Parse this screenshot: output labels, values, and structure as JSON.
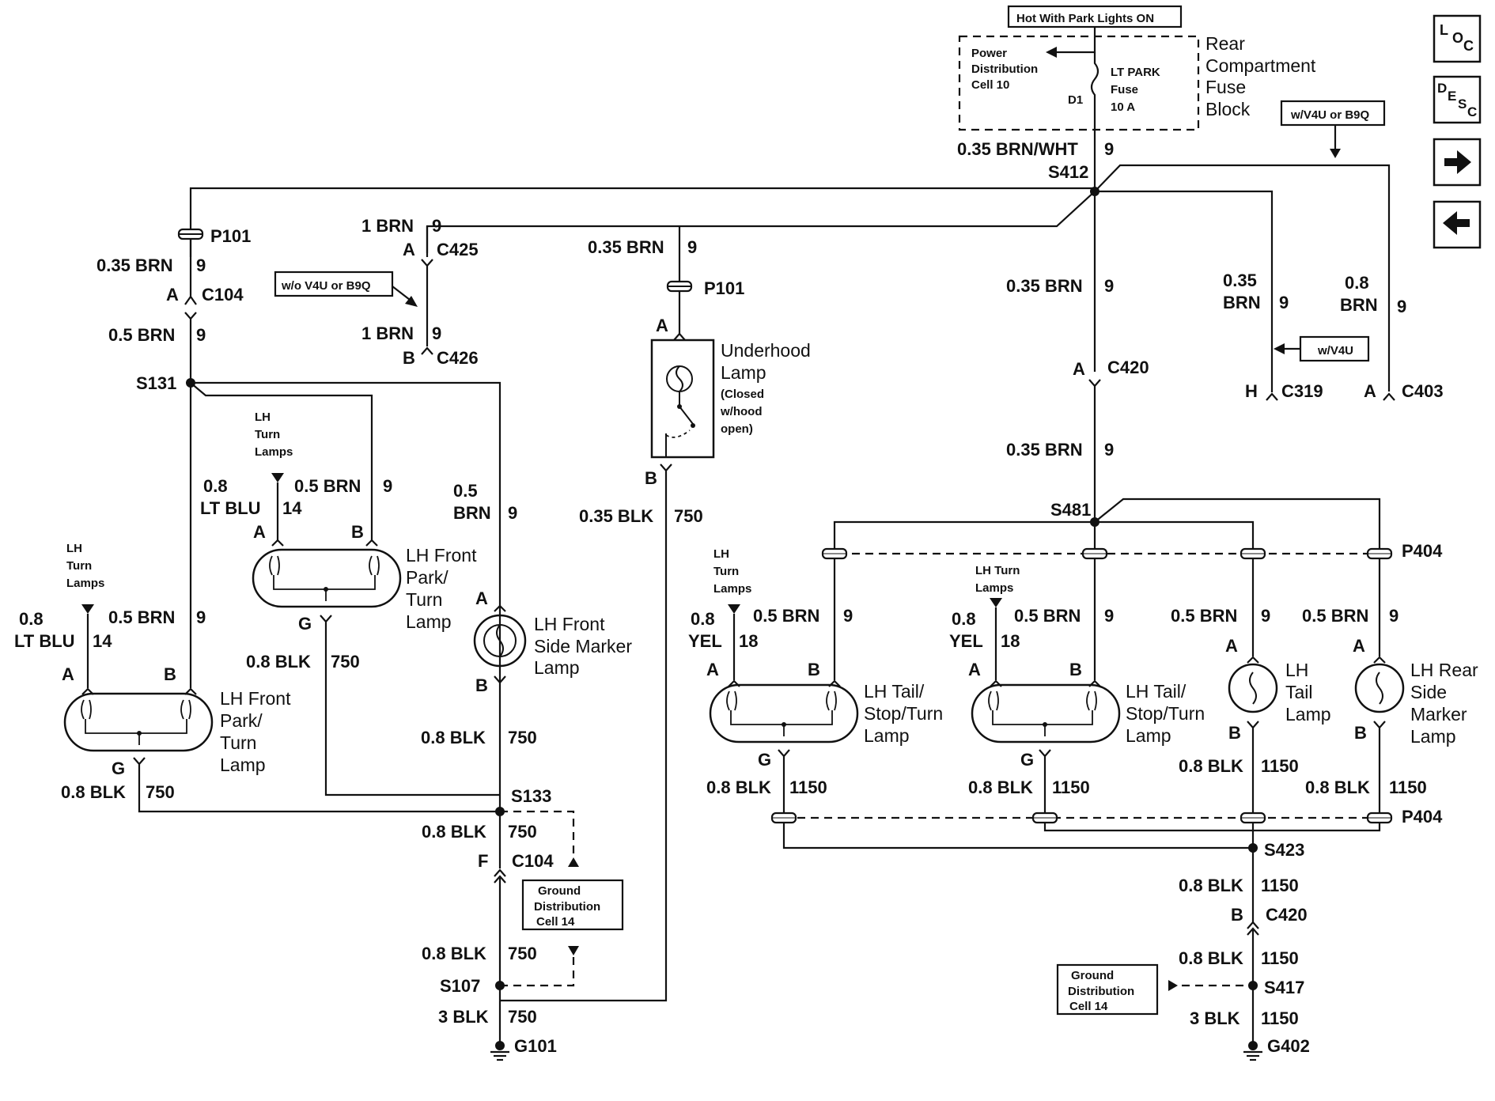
{
  "nav": {
    "loc": {
      "L": "L",
      "O": "O",
      "C": "C"
    },
    "desc": {
      "D": "D",
      "E": "E",
      "S": "S",
      "C": "C"
    },
    "next_icon": "arrow-right-icon",
    "prev_icon": "arrow-left-icon"
  },
  "notes": {
    "hot": "Hot With Park Lights ON",
    "wo_v4u": "w/o V4U or B9Q",
    "w_v4u_b9q": "w/V4U or B9Q",
    "w_v4u": "w/V4U"
  },
  "fuse_block": {
    "title": [
      "Rear",
      "Compartment",
      "Fuse",
      "Block"
    ],
    "power_dist": [
      "Power",
      "Distribution",
      "Cell 10"
    ],
    "fuse": [
      "LT PARK",
      "Fuse",
      "10 A"
    ],
    "d1": "D1"
  },
  "wires": {
    "fuse_out": "0.35 BRN/WHT",
    "fuse_out_ckt": "9",
    "p101_left": "0.35 BRN",
    "left_9": "9",
    "c104_out": "0.5 BRN",
    "c425_wire": "1 BRN",
    "c426_wire": "1 BRN",
    "underhood_in": "0.35 BRN",
    "underhood_gnd": "0.35 BLK",
    "underhood_gnd_ckt": "750",
    "c420_up": "0.35 BRN",
    "c420_down": "0.35 BRN",
    "c319": [
      "0.35",
      "BRN"
    ],
    "c403": [
      "0.8",
      "BRN"
    ],
    "lt_blu": [
      "0.8",
      "LT BLU"
    ],
    "lt_blu_ckt": "14",
    "brn05": "0.5 BRN",
    "brn05_split": [
      "0.5",
      "BRN"
    ],
    "blk08": "0.8 BLK",
    "ckt750": "750",
    "ckt1150": "1150",
    "blk3": "3 BLK",
    "yel": [
      "0.8",
      "YEL"
    ],
    "yel_ckt": "18"
  },
  "connectors": {
    "p101": "P101",
    "c104": "C104",
    "c425": "C425",
    "c426": "C426",
    "c420": "C420",
    "c319": "C319",
    "c403": "C403",
    "p404": "P404"
  },
  "splices": {
    "s412": "S412",
    "s131": "S131",
    "s133": "S133",
    "s107": "S107",
    "s481": "S481",
    "s423": "S423",
    "s417": "S417"
  },
  "grounds": {
    "g101": "G101",
    "g402": "G402"
  },
  "ground_dist": [
    "Ground",
    "Distribution",
    "Cell 14"
  ],
  "turn_lamps": [
    "LH",
    "Turn",
    "Lamps"
  ],
  "turn_lamps2": [
    "LH Turn",
    "Lamps"
  ],
  "pins": {
    "A": "A",
    "B": "B",
    "F": "F",
    "G": "G",
    "H": "H"
  },
  "lamps": {
    "underhood": [
      "Underhood",
      "Lamp",
      "(Closed",
      "w/hood",
      "open)"
    ],
    "lh_front_park": [
      "LH Front",
      "Park/",
      "Turn",
      "Lamp"
    ],
    "lh_front_park_upper": [
      "LH Front",
      "Park/",
      "Turn",
      "Lamp"
    ],
    "lh_front_side": [
      "LH Front",
      "Side Marker",
      "Lamp"
    ],
    "lh_tail_stop1": [
      "LH Tail/",
      "Stop/Turn",
      "Lamp"
    ],
    "lh_tail_stop2": [
      "LH Tail/",
      "Stop/Turn",
      "Lamp"
    ],
    "lh_tail": [
      "LH",
      "Tail",
      "Lamp"
    ],
    "lh_rear_side": [
      "LH Rear",
      "Side",
      "Marker",
      "Lamp"
    ]
  }
}
